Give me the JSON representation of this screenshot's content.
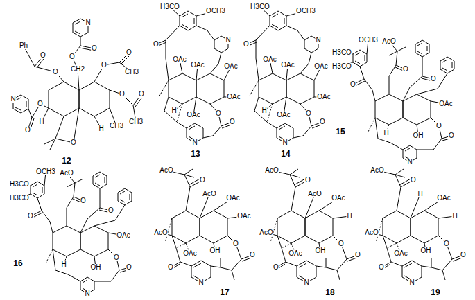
{
  "diagram": {
    "labels": [
      "N",
      "O",
      "O",
      "CH2",
      "Ph",
      "O",
      "O",
      "O",
      "O",
      "CH3",
      "O",
      "O",
      "CH3",
      "N",
      "O",
      "O",
      "H",
      "CH3",
      "H",
      "O",
      "12",
      "H3CO",
      "OCH3",
      "N",
      "O",
      "OAc",
      "OAc",
      "OAc",
      "OAc",
      "H",
      "OAc",
      "O",
      "O",
      "N",
      "13",
      "H3CO",
      "OCH3",
      "N",
      "O",
      "OAc",
      "OAc",
      "OAc",
      "OAc",
      "H",
      "OAc",
      "O",
      "O",
      "N",
      "14",
      "OCH3",
      "H3CO",
      "H3CO",
      "AcO",
      "O",
      "O",
      "O",
      "OAc",
      "H",
      "OH",
      "O",
      "O",
      "N",
      "15",
      "OCH3",
      "H3CO",
      "H3CO",
      "AcO",
      "O",
      "O",
      "O",
      "OAc",
      "H",
      "OH",
      "O",
      "O",
      "N",
      "16",
      "AcO",
      "O",
      "AcO",
      "OAc",
      "OAc",
      "AcO",
      "OAc",
      "OH",
      "O",
      "O",
      "O",
      "N",
      "17",
      "AcO",
      "O",
      "AcO",
      "OAc",
      "H",
      "AcO",
      "OAc",
      "OH",
      "O",
      "O",
      "O",
      "N",
      "18",
      "AcO",
      "O",
      "H",
      "OAc",
      "H",
      "AcO",
      "OAc",
      "OH",
      "O",
      "O",
      "O",
      "N",
      "19"
    ]
  }
}
